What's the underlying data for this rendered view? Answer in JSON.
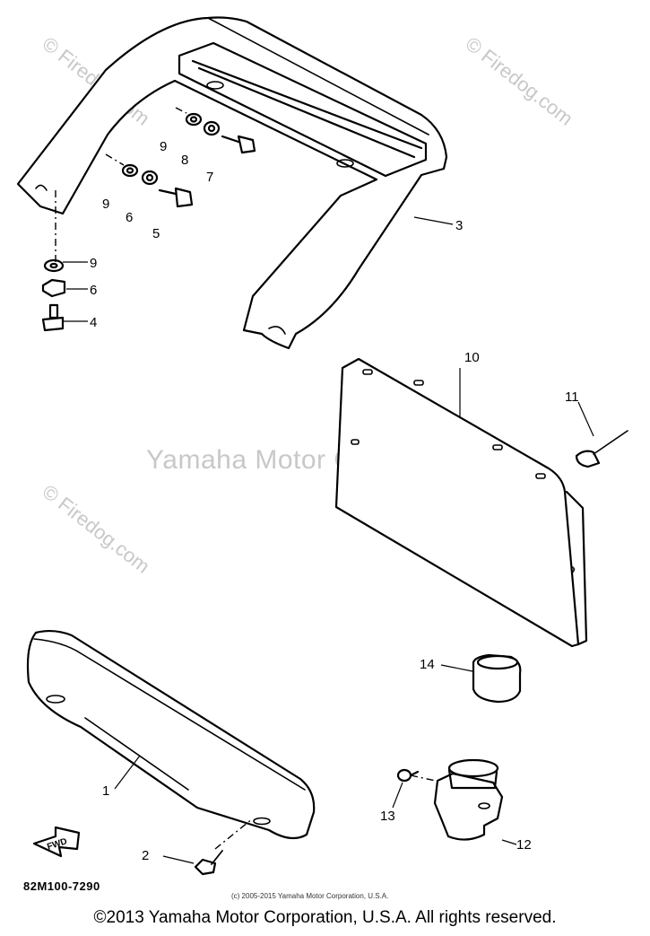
{
  "watermarks": {
    "main": "Yamaha Motor Corp, U.S.A.",
    "firedog": "© Firedog.com"
  },
  "drawing_code": "82M100-7290",
  "fine_print": "(c) 2005-2015 Yamaha Motor Corporation, U.S.A.",
  "footer": "©2013 Yamaha Motor Corporation, U.S.A. All rights reserved.",
  "fwd_label": "FWD",
  "callouts": {
    "c1": "1",
    "c2": "2",
    "c3": "3",
    "c4": "4",
    "c5": "5",
    "c6a": "6",
    "c6b": "6",
    "c7": "7",
    "c8": "8",
    "c9a": "9",
    "c9b": "9",
    "c9c": "9",
    "c10": "10",
    "c11": "11",
    "c12": "12",
    "c13": "13",
    "c14": "14"
  }
}
